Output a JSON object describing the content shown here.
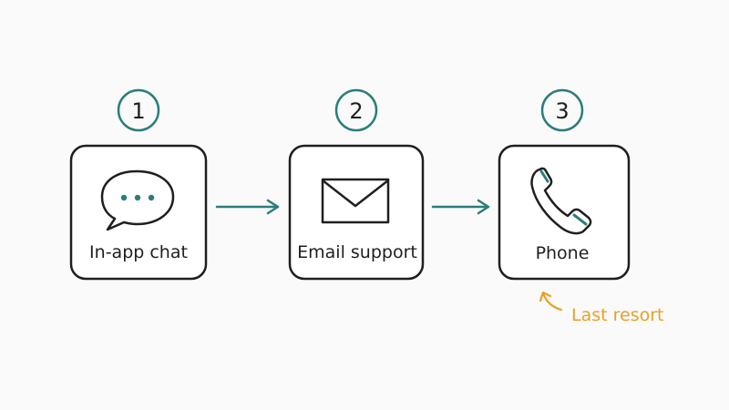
{
  "colors": {
    "ink": "#1f1f1f",
    "accent": "#2a7d7b",
    "note": "#e8a125",
    "background": "#fafafa"
  },
  "steps": [
    {
      "number": "1",
      "label": "In-app chat",
      "icon": "chat-bubble-icon"
    },
    {
      "number": "2",
      "label": "Email support",
      "icon": "envelope-icon"
    },
    {
      "number": "3",
      "label": "Phone",
      "icon": "phone-icon"
    }
  ],
  "annotation": {
    "text": "Last resort"
  }
}
